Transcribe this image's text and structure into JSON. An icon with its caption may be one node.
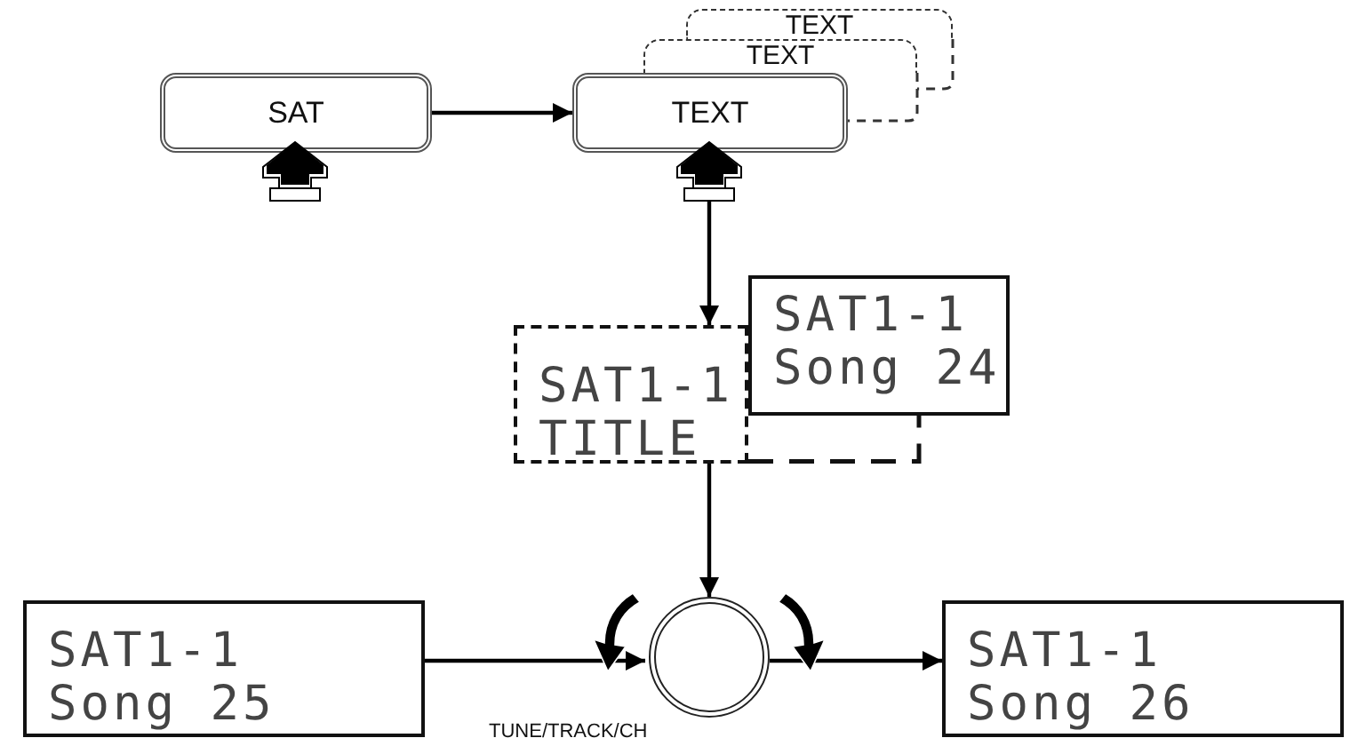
{
  "diagram": {
    "nodes": [
      {
        "text": [
          "SAT"
        ]
      },
      {
        "text": [
          "TEXT"
        ]
      },
      {
        "text": [
          "TEXT"
        ]
      },
      {
        "text": [
          "TEXT"
        ]
      },
      {
        "text": [
          "SAT1-1",
          "TITLE"
        ]
      },
      {
        "text": [
          "SAT1-1",
          "Song 24"
        ]
      },
      {
        "text": [
          "SAT1-1",
          "Song 25"
        ]
      },
      {
        "text": [],
        "shape": "circle",
        "beside": [
          "TUNE/TRACK/CH"
        ]
      },
      {
        "text": [
          "SAT1-1",
          "Song 26"
        ]
      }
    ],
    "edges": [
      {
        "from": 0,
        "to": 1,
        "arrow": "to"
      },
      {
        "from": 1,
        "to": 4,
        "arrow": "to"
      },
      {
        "from": 4,
        "to": 7,
        "arrow": "to"
      },
      {
        "from": 6,
        "to": 7,
        "arrow": "to"
      },
      {
        "from": 7,
        "to": 8,
        "arrow": "to"
      }
    ]
  }
}
